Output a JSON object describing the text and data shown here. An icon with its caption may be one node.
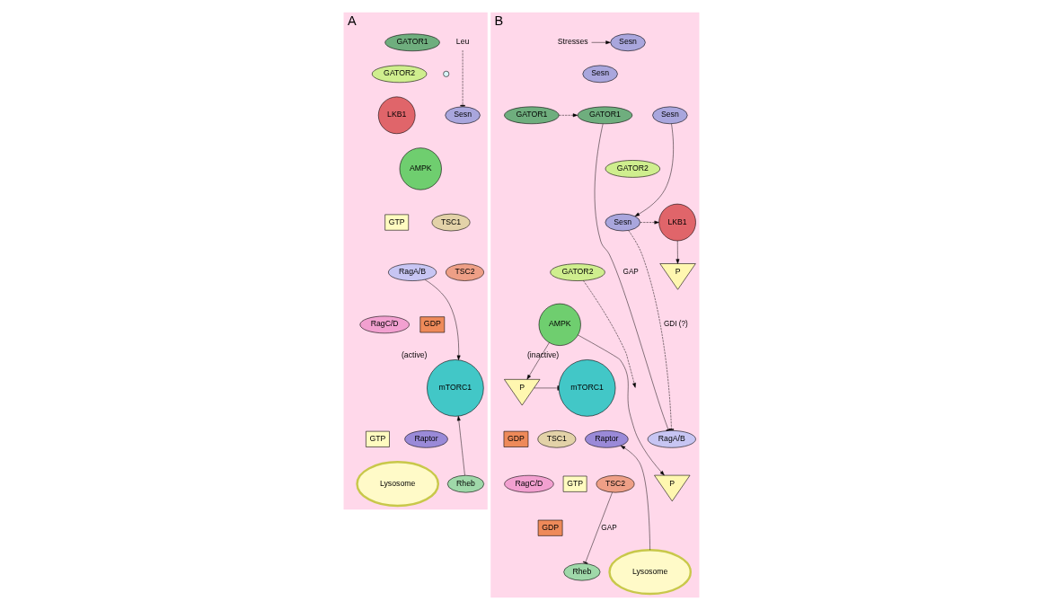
{
  "diagram": {
    "nodes": [
      {
        "text": [
          "A"
        ]
      },
      {
        "text": [
          "Leu"
        ],
        "in": 0
      },
      {
        "text": [],
        "shape": "circle",
        "in": 0
      },
      {
        "text": [
          "Sesn"
        ],
        "in": 0
      },
      {
        "text": [
          "GATOR1"
        ],
        "in": 0
      },
      {
        "text": [
          "GATOR2"
        ],
        "in": 0
      },
      {
        "text": [
          "LKB1"
        ],
        "in": 0
      },
      {
        "text": [
          "AMPK"
        ],
        "in": 0
      },
      {
        "text": [
          "TSC1"
        ],
        "in": 0
      },
      {
        "text": [
          "TSC2"
        ],
        "in": 0
      },
      {
        "text": [
          "GTP"
        ],
        "in": 0
      },
      {
        "text": [
          "RagA/B"
        ],
        "in": 0
      },
      {
        "text": [
          "GDP"
        ],
        "in": 0
      },
      {
        "text": [
          "RagC/D"
        ],
        "in": 0
      },
      {
        "text": [
          "mTORC1"
        ],
        "beside": [
          "(active)"
        ],
        "in": 0
      },
      {
        "text": [
          "Raptor"
        ],
        "in": 0
      },
      {
        "text": [
          "GTP"
        ],
        "in": 0
      },
      {
        "text": [
          "Rheb"
        ],
        "in": 0
      },
      {
        "text": [
          "Lysosome"
        ],
        "in": 0
      },
      {
        "text": [
          "B"
        ]
      },
      {
        "text": [
          "Stresses"
        ],
        "in": 19
      },
      {
        "text": [
          "Sesn"
        ],
        "in": 19
      },
      {
        "text": [
          "Sesn"
        ],
        "in": 19
      },
      {
        "text": [
          "Sesn"
        ],
        "in": 19
      },
      {
        "text": [
          "GATOR1"
        ],
        "in": 19
      },
      {
        "text": [
          "GATOR2"
        ],
        "in": 19
      },
      {
        "text": [
          "GATOR1"
        ],
        "in": 19
      },
      {
        "text": [
          "LKB1"
        ],
        "in": 19
      },
      {
        "text": [
          "Sesn"
        ],
        "in": 19
      },
      {
        "text": [
          "GATOR2"
        ],
        "in": 19
      },
      {
        "text": [
          "P"
        ],
        "in": 19
      },
      {
        "text": [
          "AMPK"
        ],
        "in": 19
      },
      {
        "text": [
          "P"
        ],
        "in": 19
      },
      {
        "text": [
          "mTORC1"
        ],
        "beside": [
          "(inactive)"
        ],
        "in": 19
      },
      {
        "text": [
          "Raptor"
        ],
        "in": 19
      },
      {
        "text": [
          "TSC1"
        ],
        "in": 19
      },
      {
        "text": [
          "TSC2"
        ],
        "in": 19
      },
      {
        "text": [
          "P"
        ],
        "in": 19
      },
      {
        "text": [
          "RagA/B"
        ],
        "in": 19
      },
      {
        "text": [
          "GDP"
        ],
        "in": 19
      },
      {
        "text": [
          "GTP"
        ],
        "in": 19
      },
      {
        "text": [
          "RagC/D"
        ],
        "in": 19
      },
      {
        "text": [
          "GDP"
        ],
        "in": 19
      },
      {
        "text": [
          "Rheb"
        ],
        "in": 19
      },
      {
        "text": [
          "Lysosome"
        ],
        "in": 19
      }
    ],
    "edges": [
      {
        "from": 1,
        "to": 3,
        "arrow": "other",
        "style": "dashed"
      },
      {
        "from": 11,
        "to": 14,
        "arrow": "to"
      },
      {
        "from": 17,
        "to": 14,
        "arrow": "to"
      },
      {
        "from": 20,
        "to": 21,
        "arrow": "to"
      },
      {
        "from": 23,
        "to": 28,
        "arrow": "to"
      },
      {
        "from": 24,
        "to": 26,
        "arrow": "to",
        "style": "dashed"
      },
      {
        "from": 28,
        "to": 27,
        "arrow": "to",
        "style": "dashed"
      },
      {
        "from": 27,
        "to": 30,
        "arrow": "to"
      },
      {
        "from": 29,
        "to": null,
        "arrow": "to",
        "style": "dashed"
      },
      {
        "from": 31,
        "to": 32,
        "arrow": "to"
      },
      {
        "from": 31,
        "to": 37,
        "arrow": "to"
      },
      {
        "from": 32,
        "to": 33,
        "arrow": "other"
      },
      {
        "from": 44,
        "to": 34,
        "arrow": "to"
      },
      {
        "from": 36,
        "to": 43,
        "arrow": "other",
        "label": "GAP"
      },
      {
        "from": 28,
        "to": 38,
        "arrow": "other",
        "style": "dashed",
        "label": "GDI (?)"
      },
      {
        "from": 26,
        "to": 38,
        "arrow": "other",
        "label": "GAP"
      }
    ]
  }
}
